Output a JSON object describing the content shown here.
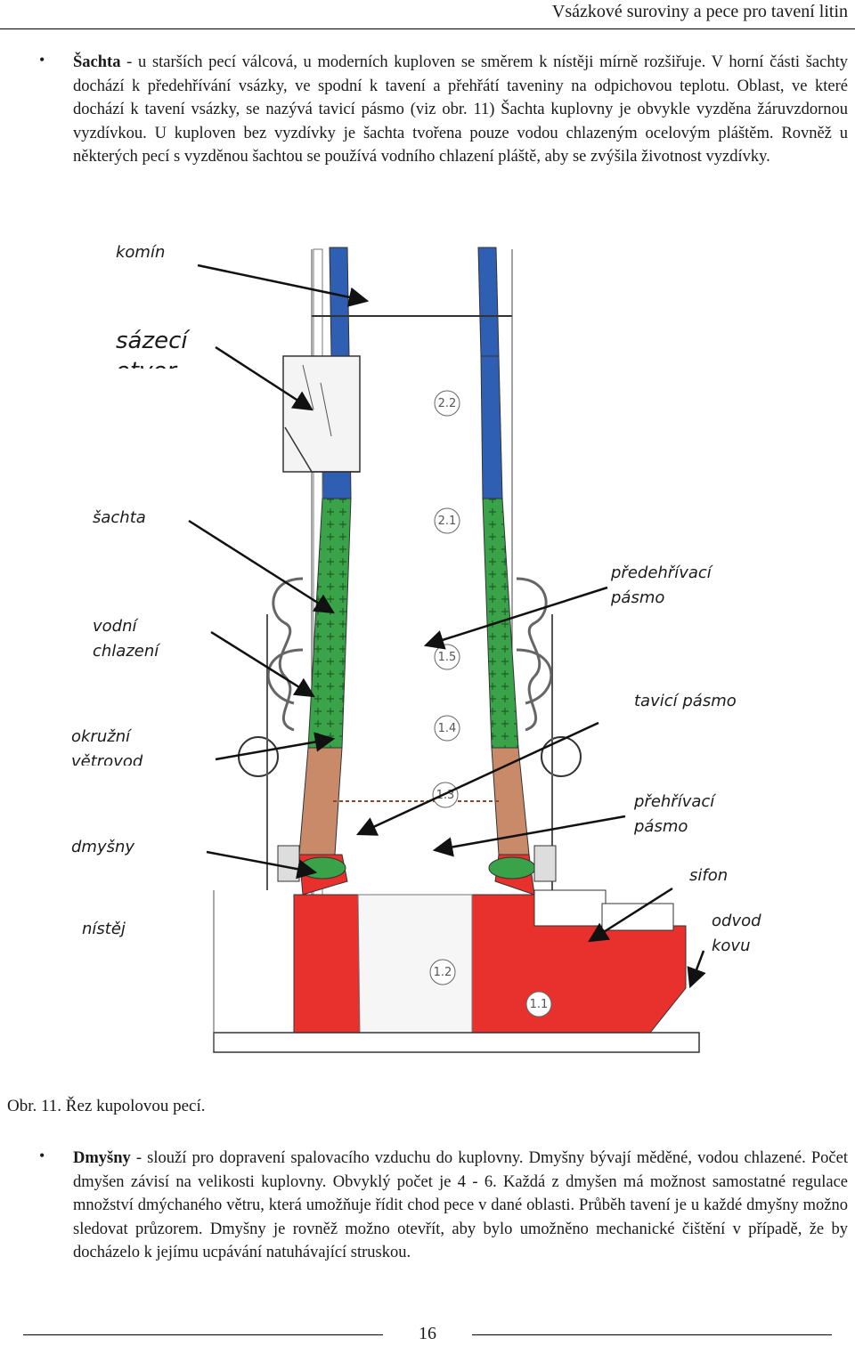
{
  "header": {
    "title": "Vsázkové suroviny a pece pro tavení litin"
  },
  "paragraphs": {
    "p1": {
      "term": "Šachta",
      "text": " - u starších pecí válcová, u moderních kuploven se směrem k nístěji mírně rozšiřuje. V horní části šachty dochází k předehřívání vsázky, ve spodní k tavení a přehřátí taveniny na odpichovou teplotu. Oblast, ve které dochází k tavení vsázky, se nazývá tavicí pásmo (viz obr. 11) Šachta kuplovny je obvykle vyzděna žáruvzdornou vyzdívkou. U kuploven bez vyzdívky je šachta tvořena pouze vodou chlazeným ocelovým pláštěm. Rovněž u některých pecí s vyzděnou šachtou se používá vodního chlazení pláště, aby se zvýšila životnost vyzdívky."
    },
    "p2": {
      "term": "Dmyšny",
      "text": " - slouží pro dopravení spalovacího vzduchu do kuplovny. Dmyšny bývají měděné, vodou chlazené. Počet dmyšen závisí na velikosti kuplovny. Obvyklý počet je 4 - 6. Každá z dmyšen má možnost samostatné regulace množství dmýchaného větru, která umožňuje řídit chod pece v dané oblasti. Průběh tavení je u každé dmyšny možno sledovat průzorem. Dmyšny je rovněž možno otevřít, aby bylo umožněno mechanické čištění v případě, že by docházelo k jejímu ucpávání natuhávající struskou."
    }
  },
  "figure": {
    "labels": {
      "komin": "komín",
      "sazeci_l1": "sázecí",
      "sazeci_l2": "otvor",
      "sachta": "šachta",
      "vodni_l1": "vodní",
      "vodni_l2": "chlazení",
      "okruzni_l1": "okružní",
      "okruzni_l2": "větrovod",
      "dmysny": "dmyšny",
      "nistej": "nístěj",
      "predehrivaci_l1": "předehřívací",
      "predehrivaci_l2": "pásmo",
      "tavici": "tavicí pásmo",
      "prehrivaci_l1": "přehřívací",
      "prehrivaci_l2": "pásmo",
      "sifon": "sifon",
      "odvod_l1": "odvod",
      "odvod_l2": "kovu"
    },
    "zones": [
      "2.2",
      "2.1",
      "1.5",
      "1.4",
      "1.3",
      "1.2",
      "1.1"
    ],
    "colors": {
      "chimney": "#2f5fb3",
      "shaft": "#3aa34a",
      "melt": "#c98a6a",
      "hearth": "#e8302c"
    }
  },
  "caption": "Obr. 11.  Řez kupolovou pecí.",
  "footer": {
    "page": "16"
  }
}
